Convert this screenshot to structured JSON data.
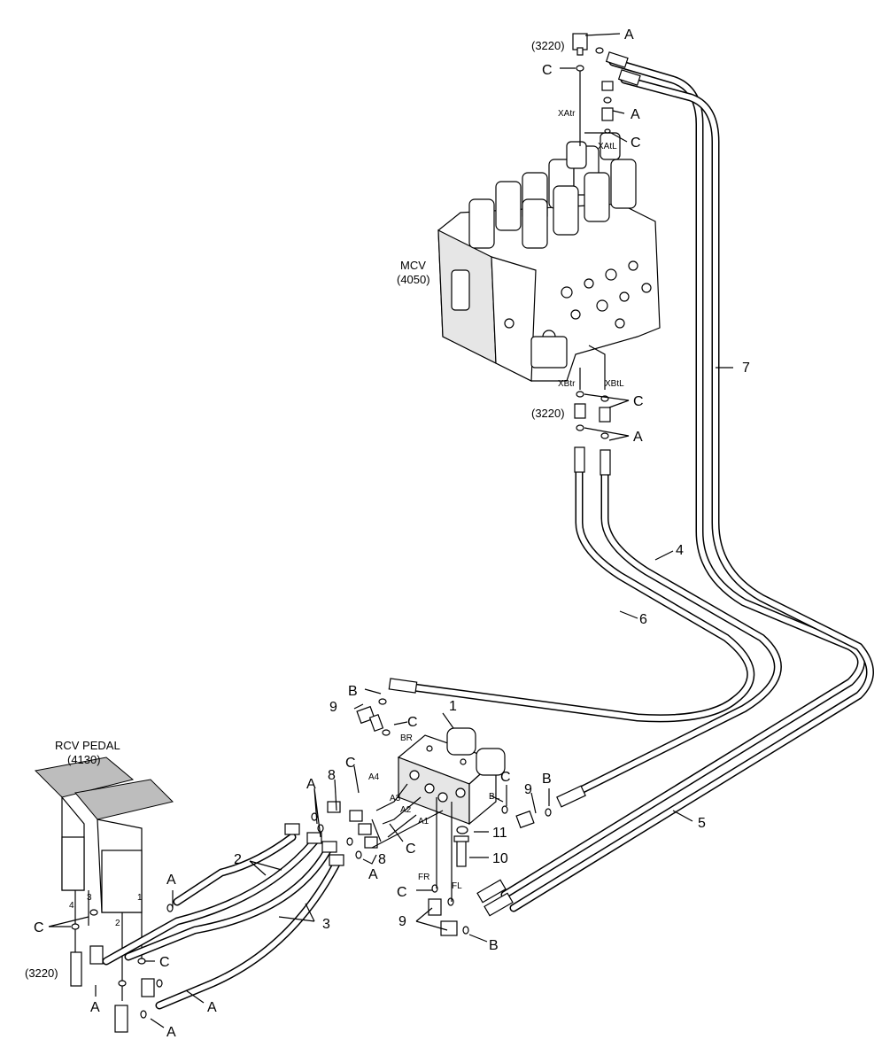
{
  "components": {
    "mcv": {
      "name": "MCV",
      "code": "(4050)"
    },
    "rcv_pedal": {
      "name": "RCV PEDAL",
      "code": "(4130)"
    },
    "fitting_code": "(3220)"
  },
  "callouts": {
    "p1": "1",
    "p2": "2",
    "p3": "3",
    "p4": "4",
    "p5": "5",
    "p6": "6",
    "p7": "7",
    "p8": "8",
    "p9": "9",
    "p10": "10",
    "p11": "11",
    "a": "A",
    "b": "B",
    "c": "C"
  },
  "ports": {
    "xatr": "XAtr",
    "xatl": "XAtL",
    "xbtr": "XBtr",
    "xbtl": "XBtL",
    "br": "BR",
    "bl": "BL",
    "a1": "A1",
    "a2": "A2",
    "a3": "A3",
    "a4": "A4",
    "fr": "FR",
    "fl": "FL",
    "pedal_1": "1",
    "pedal_2": "2",
    "pedal_3": "3",
    "pedal_4": "4"
  }
}
